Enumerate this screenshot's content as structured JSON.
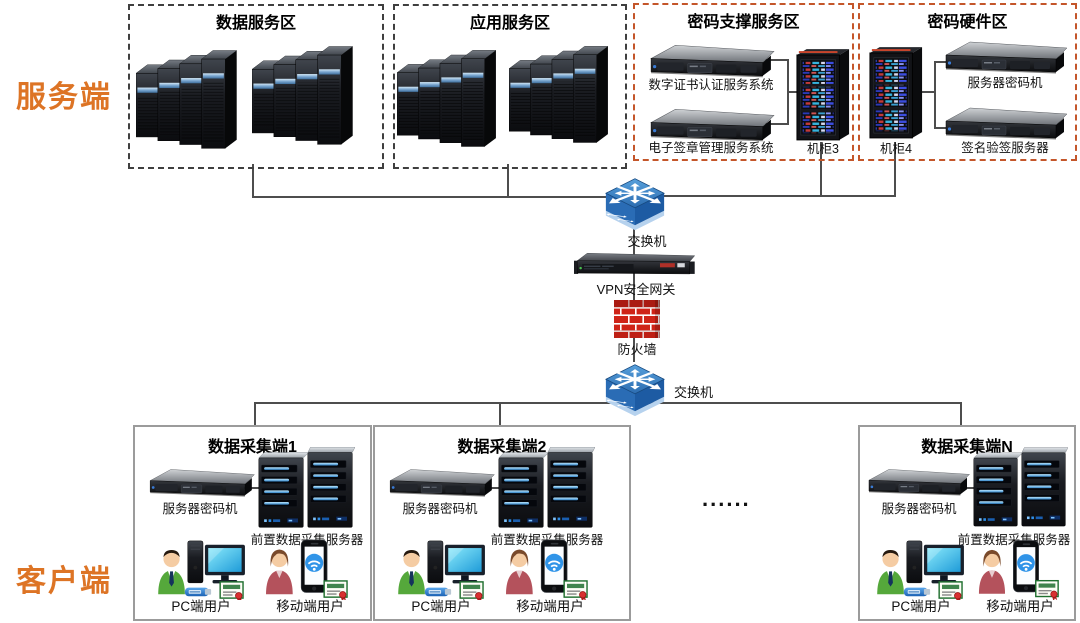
{
  "side_labels": {
    "server": "服务端",
    "client": "客户端"
  },
  "zones": {
    "data": {
      "title": "数据服务区"
    },
    "app": {
      "title": "应用服务区"
    },
    "crypto_support": {
      "title": "密码支撑服务区",
      "server1_label": "数字证书认证服务系统",
      "server2_label": "电子签章管理服务系统",
      "rack_label": "机柜3"
    },
    "crypto_hardware": {
      "title": "密码硬件区",
      "rack_label": "机柜4",
      "server1_label": "服务器密码机",
      "server2_label": "签名验签服务器"
    }
  },
  "core": {
    "top_switch_label": "交换机",
    "vpn_label": "VPN安全网关",
    "firewall_label": "防火墙",
    "bottom_switch_label": "交换机"
  },
  "collectors": [
    {
      "title": "数据采集端1",
      "cipher_label": "服务器密码机",
      "front_server_label": "前置数据采集服务器",
      "pc_user_label": "PC端用户",
      "mobile_user_label": "移动端用户"
    },
    {
      "title": "数据采集端2",
      "cipher_label": "服务器密码机",
      "front_server_label": "前置数据采集服务器",
      "pc_user_label": "PC端用户",
      "mobile_user_label": "移动端用户"
    },
    {
      "title": "数据采集端N",
      "cipher_label": "服务器密码机",
      "front_server_label": "前置数据采集服务器",
      "pc_user_label": "PC端用户",
      "mobile_user_label": "移动端用户"
    }
  ],
  "ellipsis": "......",
  "colors": {
    "accent_orange": "#DD7425",
    "crypto_zone_border": "#C4562A",
    "zone_border": "#3F3F3F",
    "collector_border": "#9B9B9B",
    "line": "#4D4D4D",
    "firewall_red": "#CF2418",
    "switch_blue": "#3E8AD0"
  }
}
